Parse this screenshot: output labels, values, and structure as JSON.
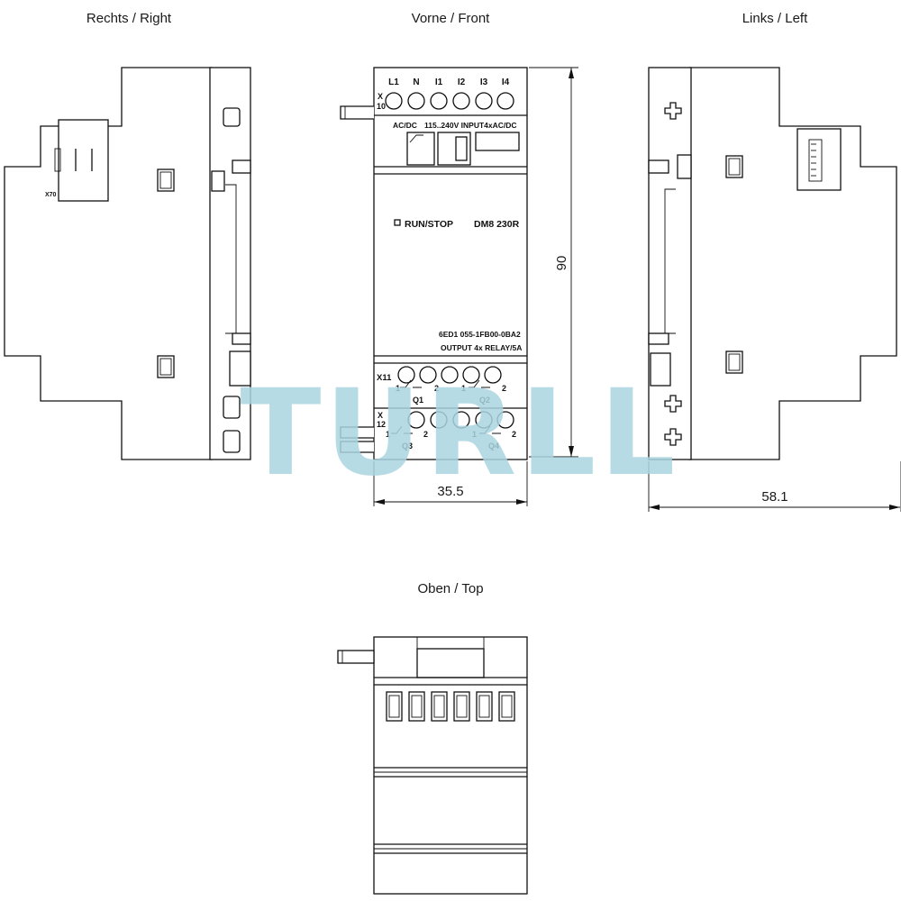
{
  "views": {
    "right": {
      "title": "Rechts / Right",
      "connector_label": "X70"
    },
    "front": {
      "title": "Vorne / Front",
      "top_terminals": [
        "L1",
        "N",
        "I1",
        "I2",
        "I3",
        "I4"
      ],
      "top_connector": "X\n10",
      "supply_label": "AC/DC",
      "input_label": "115..240V INPUT4xAC/DC",
      "run_stop": "RUN/STOP",
      "model": "DM8 230R",
      "order_number": "6ED1 055-1FB00-0BA2",
      "output_label": "OUTPUT 4x RELAY/5A",
      "x11": "X11",
      "x12": "X\n12",
      "relay_q1": "Q1",
      "relay_q2": "Q2",
      "relay_q3": "Q3",
      "relay_q4": "Q4",
      "pin1": "1",
      "pin2": "2"
    },
    "left": {
      "title": "Links / Left"
    },
    "top": {
      "title": "Oben / Top"
    }
  },
  "dimensions": {
    "height": "90",
    "front_width": "35.5",
    "depth": "58.1"
  },
  "watermark": "TURLL",
  "colors": {
    "line": "#111111",
    "watermark": "#a9d5df",
    "background": "#ffffff"
  }
}
